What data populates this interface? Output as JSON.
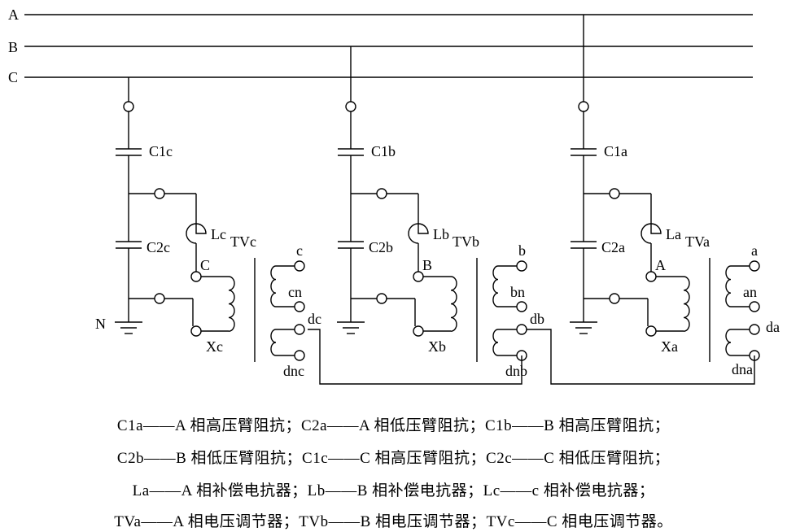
{
  "buses": [
    {
      "label": "A"
    },
    {
      "label": "B"
    },
    {
      "label": "C"
    }
  ],
  "ground_label": "N",
  "phases": [
    {
      "phase": "C",
      "c1": "C1c",
      "c2": "C2c",
      "reactor": "Lc",
      "regulator": "TVc",
      "primary_top": "C",
      "primary_bottom": "Xc",
      "sec1_top": "c",
      "sec1_bottom": "cn",
      "sec2_top": "dc",
      "sec2_bottom": "dnc"
    },
    {
      "phase": "B",
      "c1": "C1b",
      "c2": "C2b",
      "reactor": "Lb",
      "regulator": "TVb",
      "primary_top": "B",
      "primary_bottom": "Xb",
      "sec1_top": "b",
      "sec1_bottom": "bn",
      "sec2_top": "db",
      "sec2_bottom": "dnb"
    },
    {
      "phase": "A",
      "c1": "C1a",
      "c2": "C2a",
      "reactor": "La",
      "regulator": "TVa",
      "primary_top": "A",
      "primary_bottom": "Xa",
      "sec1_top": "a",
      "sec1_bottom": "an",
      "sec2_top": "da",
      "sec2_bottom": "dna"
    }
  ],
  "legend": [
    "C1a——A 相高压臂阻抗；C2a——A 相低压臂阻抗；C1b——B 相高压臂阻抗；",
    "C2b——B 相低压臂阻抗；C1c——C 相高压臂阻抗；C2c——C 相低压臂阻抗；",
    "La——A 相补偿电抗器；Lb——B 相补偿电抗器；Lc——c 相补偿电抗器；",
    "TVa——A 相电压调节器；TVb——B 相电压调节器；TVc——C 相电压调节器。"
  ]
}
